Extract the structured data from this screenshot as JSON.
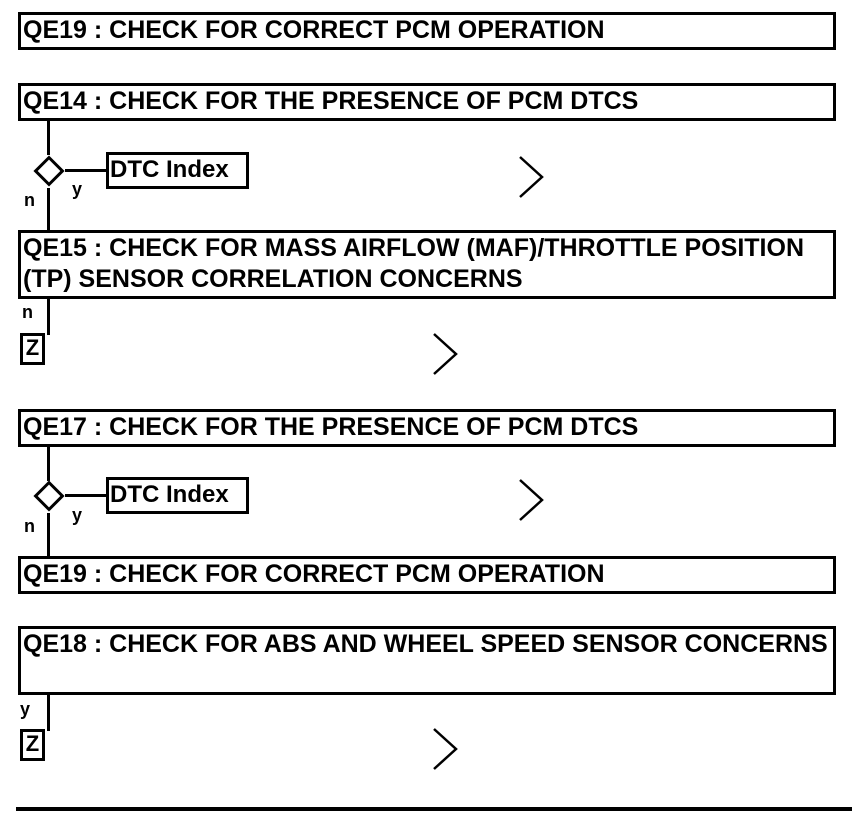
{
  "steps": {
    "qe19_top": "QE19 : CHECK FOR CORRECT PCM OPERATION",
    "qe14": "QE14 : CHECK FOR THE PRESENCE OF PCM DTCS",
    "qe15": "QE15 : CHECK FOR MASS AIRFLOW (MAF)/THROTTLE POSITION (TP) SENSOR CORRELATION CONCERNS",
    "qe17": "QE17 : CHECK FOR THE PRESENCE OF PCM DTCS",
    "qe19_mid": "QE19 : CHECK FOR CORRECT PCM OPERATION",
    "qe18": "QE18 : CHECK FOR ABS AND WHEEL SPEED SENSOR CONCERNS"
  },
  "links": {
    "dtc_index_1": "DTC Index",
    "dtc_index_2": "DTC Index",
    "z1": "Z",
    "z2": "Z"
  },
  "branch_labels": {
    "yes": "y",
    "no": "n"
  },
  "icons": {
    "decision": "diamond-icon",
    "next": "chevron-right-icon"
  }
}
